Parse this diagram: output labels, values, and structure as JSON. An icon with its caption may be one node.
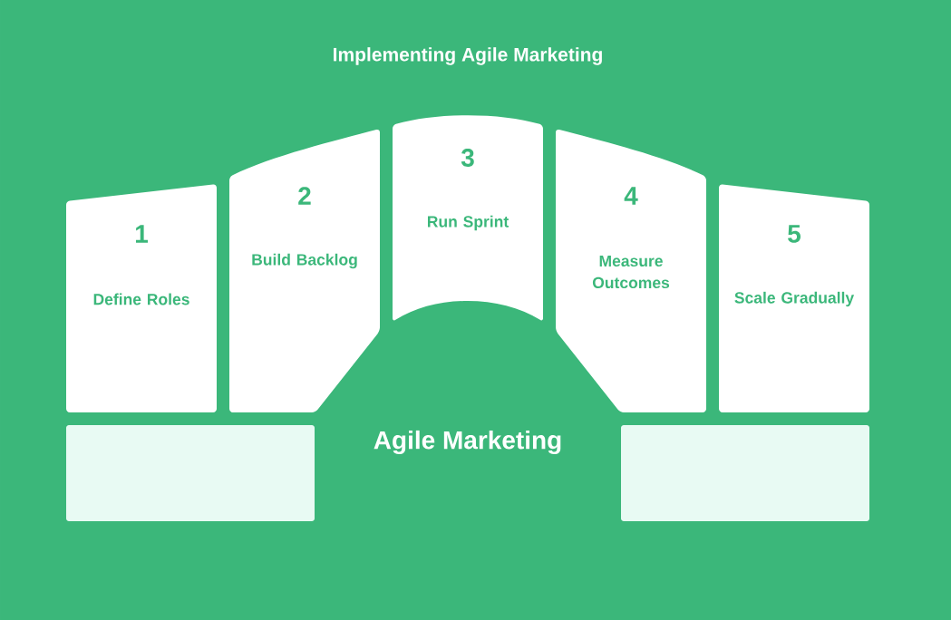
{
  "diagram": {
    "title": "Implementing Agile Marketing",
    "nodes": [
      {
        "text": [
          "1",
          "Define Roles"
        ]
      },
      {
        "text": [
          "2",
          "Build Backlog"
        ]
      },
      {
        "text": [
          "3",
          "Run Sprint"
        ]
      },
      {
        "text": [
          "4",
          "Measure Outcomes"
        ]
      },
      {
        "text": [
          "5",
          "Scale Gradually"
        ]
      },
      {
        "text": [],
        "shape": "box"
      },
      {
        "text": [],
        "shape": "box"
      }
    ],
    "labels": [
      "Agile Marketing"
    ]
  }
}
